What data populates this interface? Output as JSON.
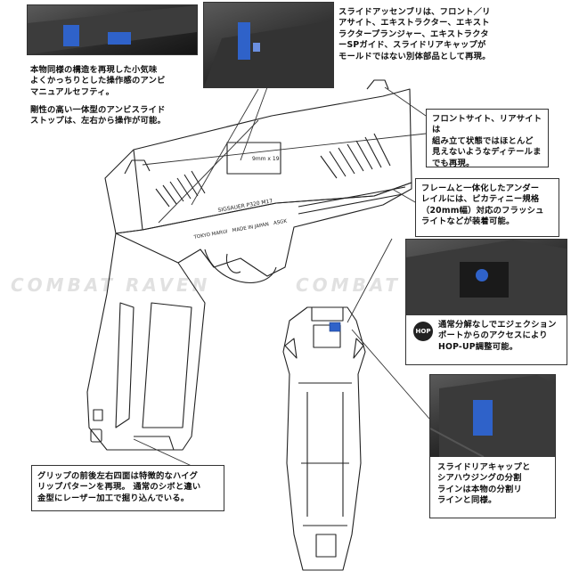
{
  "callouts": {
    "ambi_safety": "本物同様の構造を再現した小気味\nよくかっちりとした操作感のアンビ\nマニュアルセフティ。",
    "slide_stop": "剛性の高い一体型のアンビスライド\nストップは、左右から操作が可能。",
    "slide_assembly": "スライドアッセンブリは、フロント／リ\nアサイト、エキストラクター、エキスト\nラクタープランジャー、エキストラクタ\nーSPガイド、スライドリアキャップが\nモールドではない別体部品として再現。",
    "sights": "フロントサイト、リアサイトは\n組み立て状態ではほとんど\n見えないようなディテールま\nでも再現。",
    "rail": "フレームと一体化したアンダー\nレイルには、ピカティニー規格\n（20mm幅）対応のフラッシュ\nライトなどが装着可能。",
    "hopup": "通常分解なしでエジェクション\nポートからのアクセスにより\nHOP-UP調整可能。",
    "grip": "グリップの前後左右四面は特徴的なハイグ\nリップパターンを再現。 通常のシボと違い\n金型にレーザー加工で掘り込んでいる。",
    "slide_cap": "スライドリアキャップと\nシアハウジングの分割\nラインは本物の分割リ\nラインと同様。"
  },
  "gun_markings": {
    "caliber": "9mm x 19",
    "model": "SIGSAUER P320 M17",
    "maker": "TOKYO MARUI",
    "origin": "MADE IN JAPAN",
    "asgk": "ASGK"
  },
  "hopup_badge": "HOP",
  "watermark": "COMBAT RAVEN",
  "colors": {
    "accent_blue": "#2f62c9",
    "ink": "#111111",
    "photo_dark": "#2a2a2a"
  }
}
